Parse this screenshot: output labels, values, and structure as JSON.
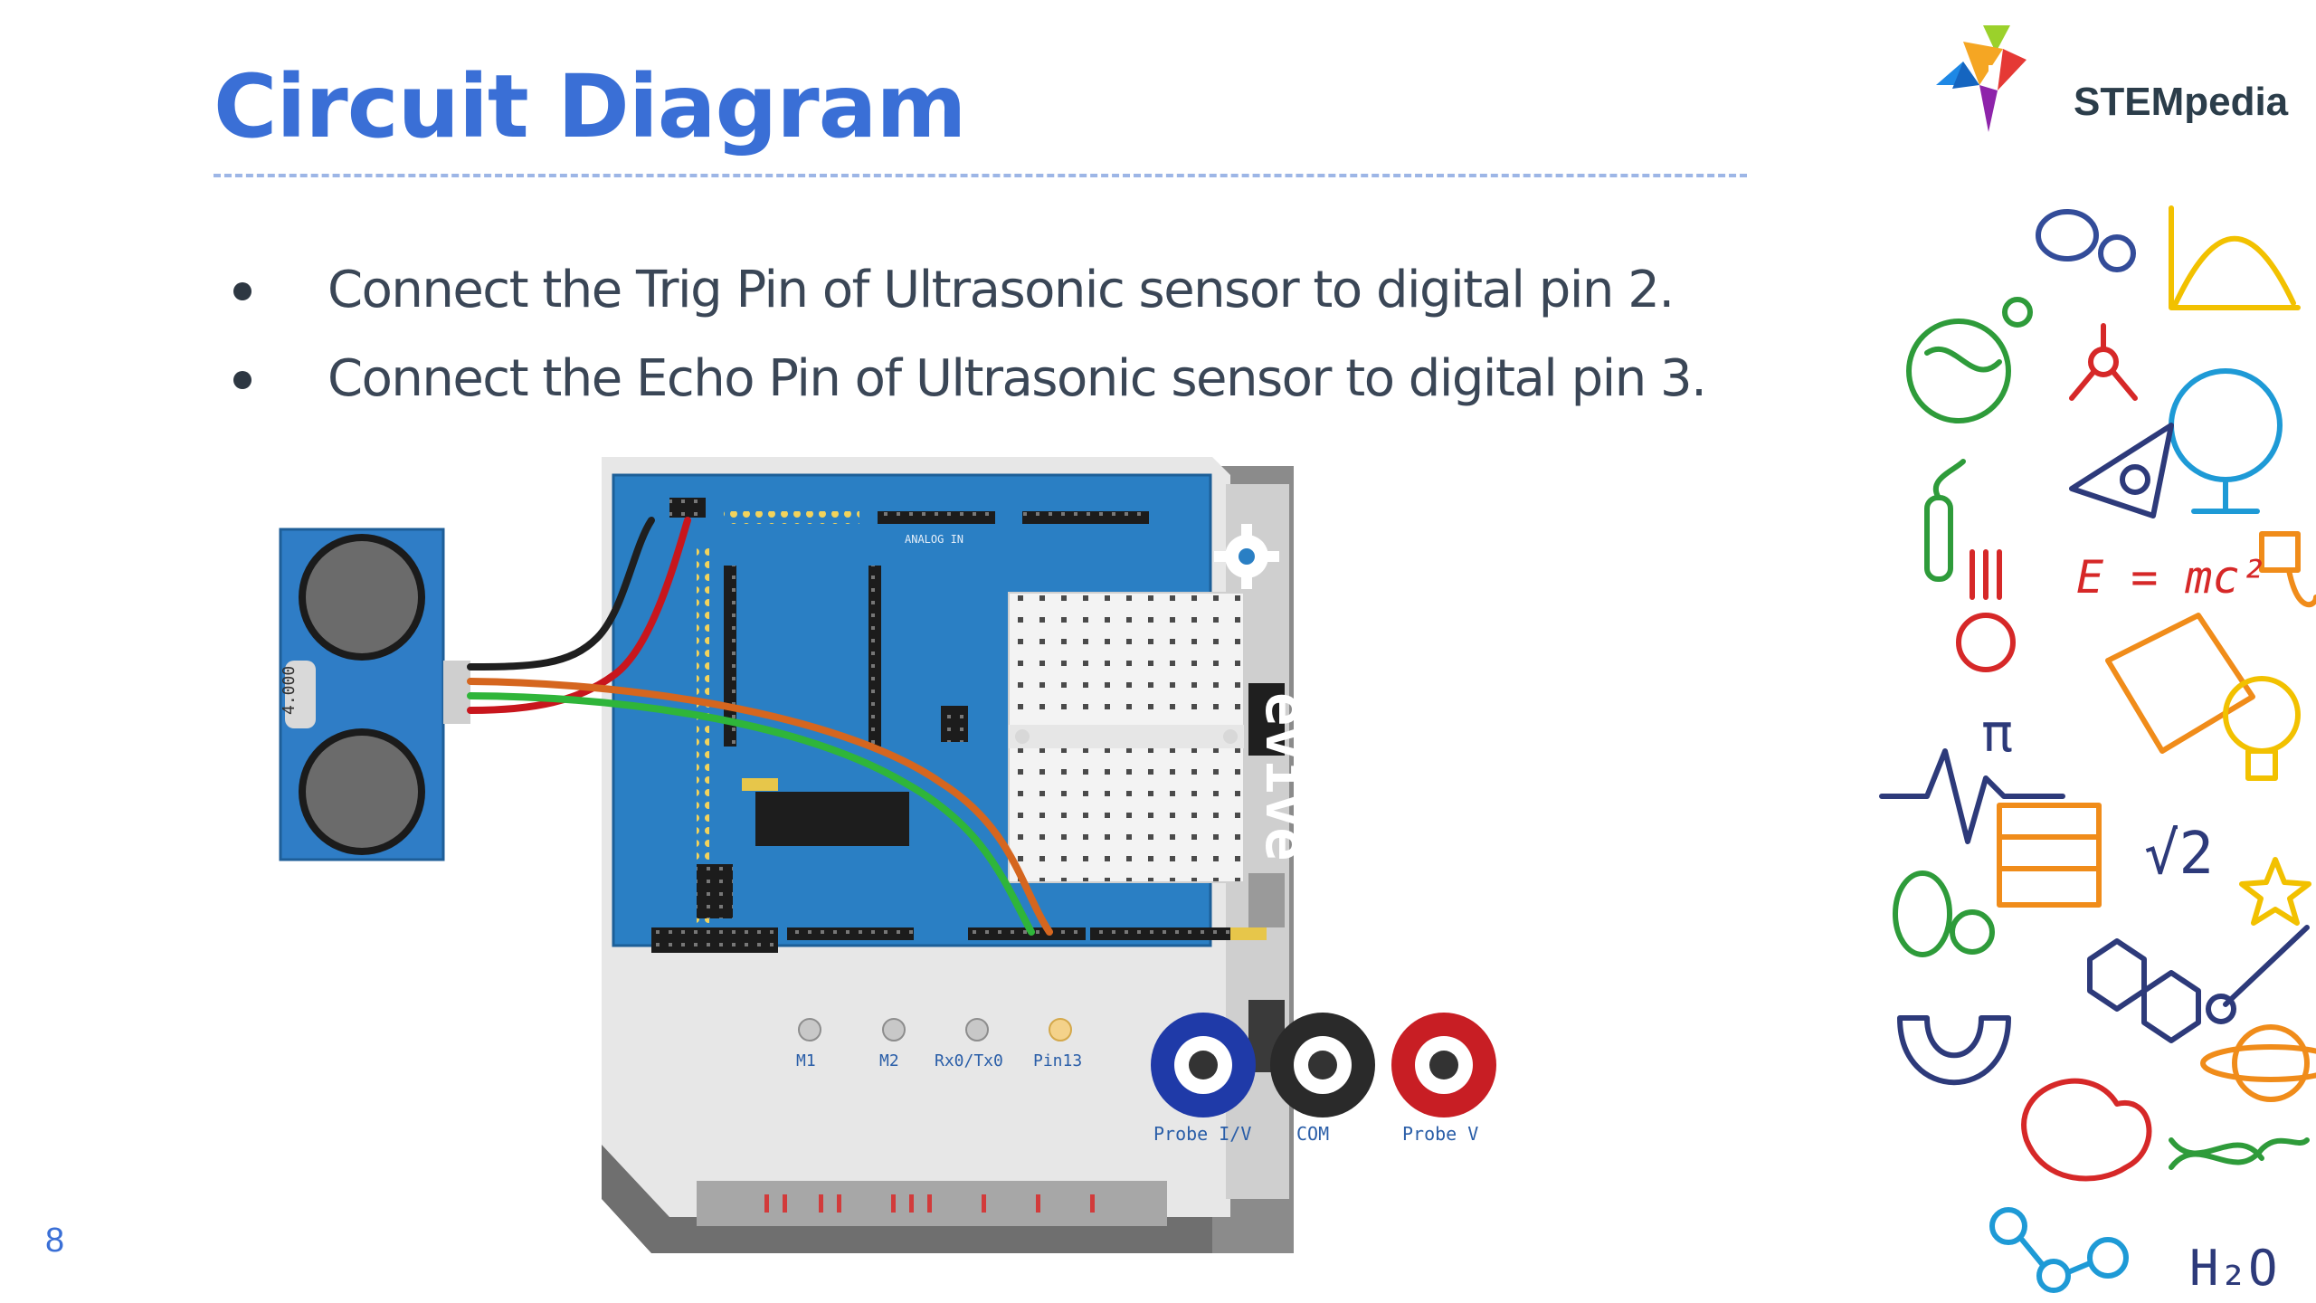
{
  "slide": {
    "title": "Circuit Diagram",
    "page_number": "8",
    "brand": "STEMpedia"
  },
  "bullets": [
    "Connect the Trig Pin of Ultrasonic sensor to digital pin 2.",
    "Connect the Echo Pin of Ultrasonic sensor to digital pin 3."
  ],
  "board": {
    "brand": "evive",
    "breadboard_label": "ANALOG IN",
    "indicator_labels": [
      "M1",
      "M2",
      "Rx0/Tx0",
      "Pin13"
    ],
    "probe_labels": [
      "Probe I/V",
      "COM",
      "Probe V"
    ]
  },
  "sensor": {
    "crystal_text": "4.000"
  },
  "doodles": {
    "formula_energy": "E = mc²",
    "formula_pi": "π",
    "formula_root": "√2",
    "formula_water": "H₂O"
  },
  "colors": {
    "title": "#3a6fd6",
    "board_blue": "#2a7fc4",
    "wire_black": "#222222",
    "wire_red": "#c8161d",
    "wire_orange": "#d5661f",
    "wire_green": "#2fb53a"
  }
}
